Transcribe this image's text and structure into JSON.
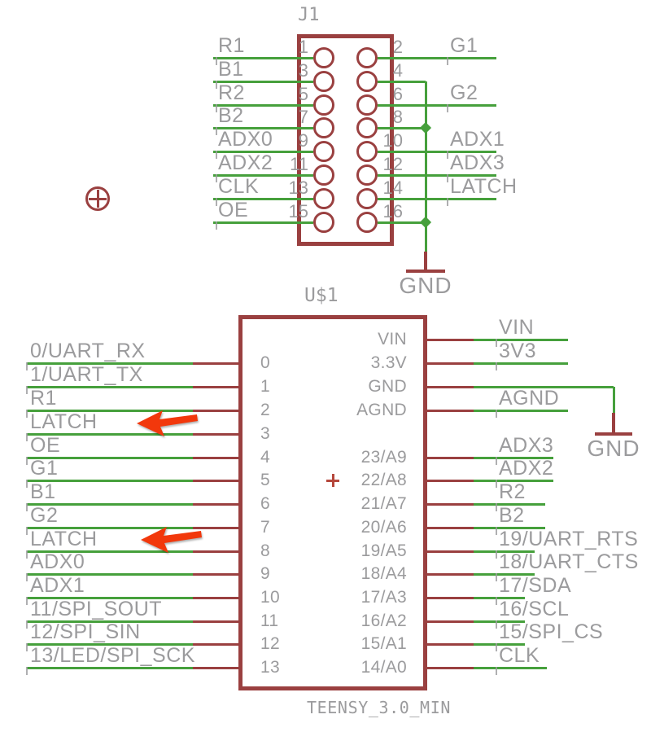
{
  "palette": {
    "wire_green": "#46a03c",
    "symbol_maroon": "#9a4040",
    "text_gray": "#9b9b9d",
    "arrow_red": "#f2380c",
    "part_origin_red": "#b5473c"
  },
  "connector_j1": {
    "designator": "J1",
    "ground_label": "GND",
    "rows": [
      {
        "left_net": "R1",
        "left_pin": "1",
        "right_pin": "2",
        "right_net": "G1"
      },
      {
        "left_net": "B1",
        "left_pin": "3",
        "right_pin": "4",
        "right_net": ""
      },
      {
        "left_net": "R2",
        "left_pin": "5",
        "right_pin": "6",
        "right_net": "G2"
      },
      {
        "left_net": "B2",
        "left_pin": "7",
        "right_pin": "8",
        "right_net": ""
      },
      {
        "left_net": "ADX0",
        "left_pin": "9",
        "right_pin": "10",
        "right_net": "ADX1"
      },
      {
        "left_net": "ADX2",
        "left_pin": "11",
        "right_pin": "12",
        "right_net": "ADX3"
      },
      {
        "left_net": "CLK",
        "left_pin": "13",
        "right_pin": "14",
        "right_net": "LATCH"
      },
      {
        "left_net": "OE",
        "left_pin": "15",
        "right_pin": "16",
        "right_net": ""
      }
    ]
  },
  "ic_u1": {
    "designator": "U$1",
    "part_name": "TEENSY_3.0_MIN",
    "ground_label": "GND",
    "left_pins": [
      {
        "net": "0/UART_RX",
        "pin": "0"
      },
      {
        "net": "1/UART_TX",
        "pin": "1"
      },
      {
        "net": "R1",
        "pin": "2"
      },
      {
        "net": "LATCH",
        "pin": "3",
        "annotated": true
      },
      {
        "net": "OE",
        "pin": "4"
      },
      {
        "net": "G1",
        "pin": "5"
      },
      {
        "net": "B1",
        "pin": "6"
      },
      {
        "net": "G2",
        "pin": "7"
      },
      {
        "net": "LATCH",
        "pin": "8",
        "annotated": true
      },
      {
        "net": "ADX0",
        "pin": "9"
      },
      {
        "net": "ADX1",
        "pin": "10"
      },
      {
        "net": "11/SPI_SOUT",
        "pin": "11"
      },
      {
        "net": "12/SPI_SIN",
        "pin": "12"
      },
      {
        "net": "13/LED/SPI_SCK",
        "pin": "13"
      }
    ],
    "right_pins": [
      {
        "pin": "VIN",
        "net": "VIN"
      },
      {
        "pin": "3.3V",
        "net": "3V3"
      },
      {
        "pin": "GND",
        "net": "",
        "to_ground_symbol": true
      },
      {
        "pin": "AGND",
        "net": "AGND"
      },
      {
        "pin": "23/A9",
        "net": "ADX3"
      },
      {
        "pin": "22/A8",
        "net": "ADX2"
      },
      {
        "pin": "21/A7",
        "net": "R2"
      },
      {
        "pin": "20/A6",
        "net": "B2"
      },
      {
        "pin": "19/A5",
        "net": "19/UART_RTS"
      },
      {
        "pin": "18/A4",
        "net": "18/UART_CTS"
      },
      {
        "pin": "17/A3",
        "net": "17/SDA"
      },
      {
        "pin": "16/A2",
        "net": "16/SCL"
      },
      {
        "pin": "15/A1",
        "net": "15/SPI_CS"
      },
      {
        "pin": "14/A0",
        "net": "CLK"
      }
    ]
  },
  "annotations": {
    "arrows": [
      {
        "shape": "left-arrow",
        "points_at": "LATCH"
      },
      {
        "shape": "left-arrow",
        "points_at": "LATCH"
      }
    ]
  }
}
